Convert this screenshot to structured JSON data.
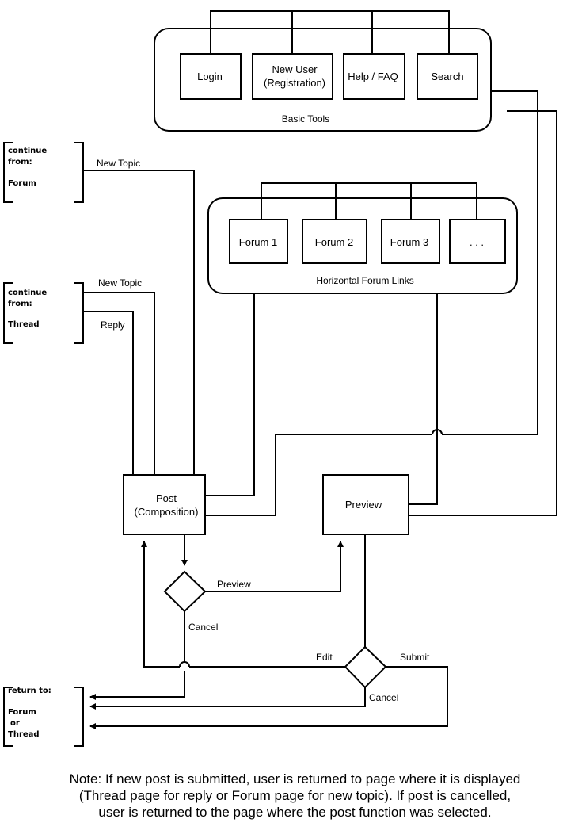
{
  "basic_tools": {
    "title": "Basic Tools",
    "login": "Login",
    "new_user": [
      "New User",
      "(Registration)"
    ],
    "help": "Help / FAQ",
    "search": "Search"
  },
  "forum_links": {
    "title": "Horizontal Forum Links",
    "forum1": "Forum 1",
    "forum2": "Forum 2",
    "forum3": "Forum 3",
    "more": ". . ."
  },
  "entry_forum": {
    "lines": [
      "continue",
      "from:",
      "Forum"
    ],
    "new_topic": "New Topic"
  },
  "entry_thread": {
    "lines": [
      "continue",
      "from:",
      "Thread"
    ],
    "new_topic": "New Topic",
    "reply": "Reply"
  },
  "post": [
    "Post",
    "(Composition)"
  ],
  "preview": "Preview",
  "decision1": {
    "preview": "Preview",
    "cancel": "Cancel"
  },
  "decision2": {
    "edit": "Edit",
    "submit": "Submit",
    "cancel": "Cancel"
  },
  "return_to": {
    "lines": [
      "return to:",
      "Forum",
      "or",
      "Thread"
    ]
  },
  "note": [
    "Note: If new post is submitted, user is returned to page where it is displayed",
    "(Thread page for reply or Forum page for new topic). If post is cancelled,",
    "user is returned to the page where the post function was selected."
  ]
}
